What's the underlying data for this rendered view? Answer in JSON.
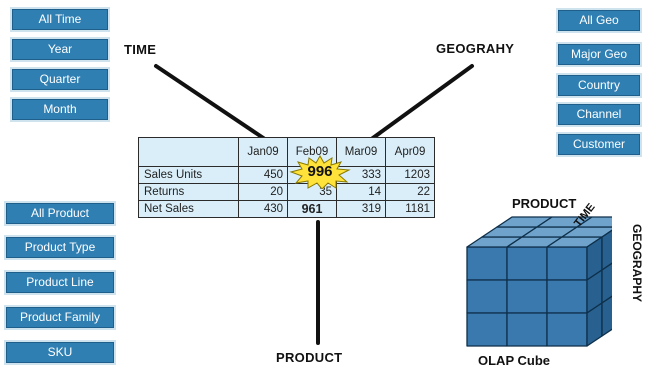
{
  "time_hierarchy": [
    "All Time",
    "Year",
    "Quarter",
    "Month"
  ],
  "geo_hierarchy": [
    "All Geo",
    "Major Geo",
    "Country",
    "Channel",
    "Customer"
  ],
  "product_hierarchy": [
    "All Product",
    "Product Type",
    "Product Line",
    "Product Family",
    "SKU"
  ],
  "labels": {
    "time": "TIME",
    "geography": "GEOGRAHY",
    "product": "PRODUCT"
  },
  "table": {
    "columns": [
      "Jan09",
      "Feb09",
      "Mar09",
      "Apr09"
    ],
    "rows": [
      {
        "label": "Sales Units",
        "values": [
          "450",
          "996",
          "333",
          "1203"
        ]
      },
      {
        "label": "Returns",
        "values": [
          "20",
          "35",
          "14",
          "22"
        ]
      },
      {
        "label": "Net Sales",
        "values": [
          "430",
          "961",
          "319",
          "1181"
        ]
      }
    ]
  },
  "cube": {
    "top_label": "PRODUCT",
    "face_label": "TIME",
    "side_label": "GEOGRAPHY",
    "caption": "OLAP Cube"
  },
  "colors": {
    "box_fill": "#2f7fb3",
    "cube_front": "#3a79ae",
    "cube_top": "#6fa3cc",
    "cube_side": "#28608f",
    "star_fill": "#ffe23a",
    "table_fill": "#d9eef9"
  }
}
